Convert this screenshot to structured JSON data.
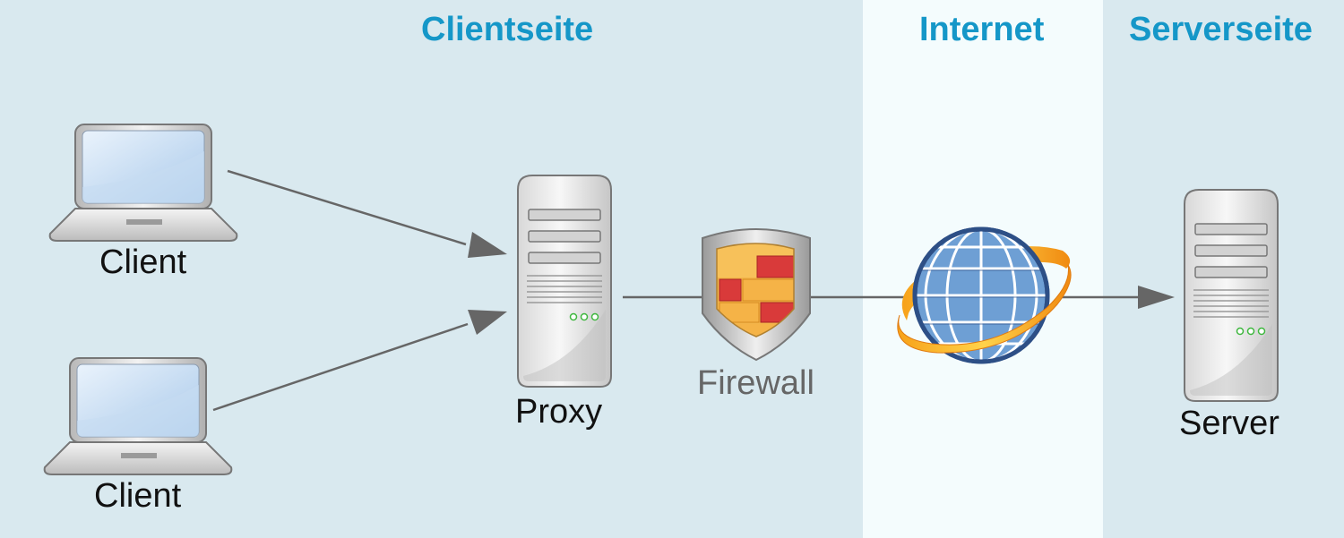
{
  "zones": {
    "client_side": "Clientseite",
    "internet": "Internet",
    "server_side": "Serverseite"
  },
  "nodes": {
    "client_top": "Client",
    "client_bottom": "Client",
    "proxy": "Proxy",
    "firewall": "Firewall",
    "server": "Server"
  },
  "colors": {
    "zone_background": "#d9e9ef",
    "internet_background": "#f4fcfd",
    "title_color": "#1597c8",
    "connector": "#666666"
  },
  "icons": [
    "laptop-icon",
    "server-tower-icon",
    "firewall-shield-icon",
    "globe-icon"
  ]
}
